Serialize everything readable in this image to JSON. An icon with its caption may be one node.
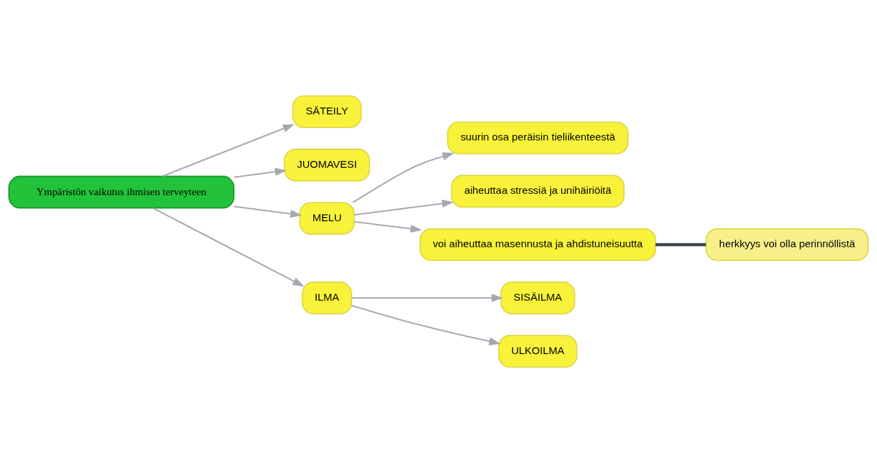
{
  "diagram": {
    "nodes": [
      {
        "text": [
          "Ympäristön vaikutus ihmisen terveyteen"
        ]
      },
      {
        "text": [
          "SÄTEILY"
        ]
      },
      {
        "text": [
          "JUOMAVESI"
        ]
      },
      {
        "text": [
          "MELU"
        ]
      },
      {
        "text": [
          "ILMA"
        ]
      },
      {
        "text": [
          "suurin osa peräisin tieliikenteestä"
        ]
      },
      {
        "text": [
          "aiheuttaa stressiä ja unihäiriöitä"
        ]
      },
      {
        "text": [
          "voi aiheuttaa masennusta ja ahdistuneisuutta"
        ]
      },
      {
        "text": [
          "herkkyys voi olla perinnöllistä"
        ]
      },
      {
        "text": [
          "SISÄILMA"
        ]
      },
      {
        "text": [
          "ULKOILMA"
        ]
      }
    ],
    "edges": [
      {
        "from": 0,
        "to": 1,
        "arrow": "to"
      },
      {
        "from": 0,
        "to": 2,
        "arrow": "to"
      },
      {
        "from": 0,
        "to": 3,
        "arrow": "to"
      },
      {
        "from": 0,
        "to": 4,
        "arrow": "to"
      },
      {
        "from": 3,
        "to": 5,
        "arrow": "to"
      },
      {
        "from": 3,
        "to": 6,
        "arrow": "to"
      },
      {
        "from": 3,
        "to": 7,
        "arrow": "to"
      },
      {
        "from": 7,
        "to": 8,
        "arrow": "none",
        "style": "thick",
        "color": "#3c4250"
      },
      {
        "from": 4,
        "to": 9,
        "arrow": "to"
      },
      {
        "from": 4,
        "to": 10,
        "arrow": "to"
      }
    ]
  }
}
